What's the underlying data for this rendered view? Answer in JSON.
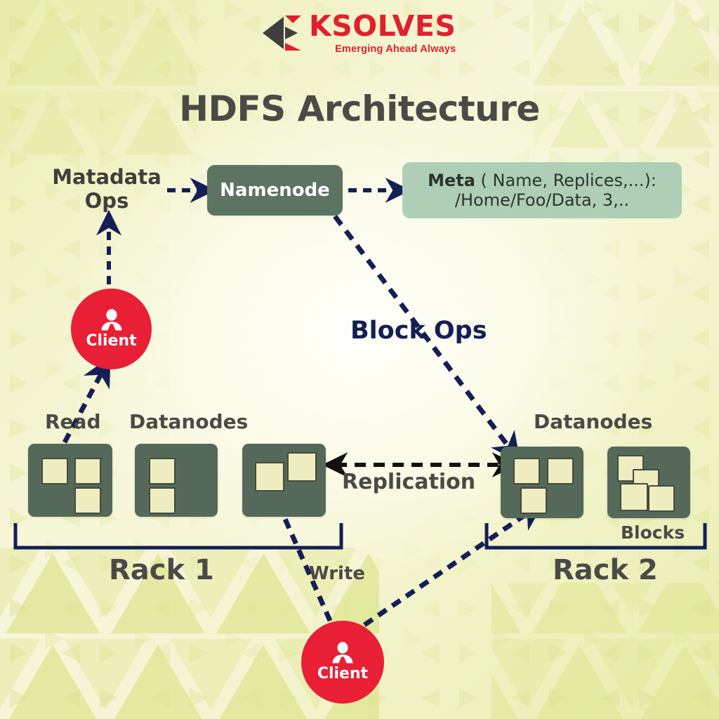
{
  "brand": {
    "name": "KSOLVES",
    "tagline": "Emerging Ahead Always",
    "logo_icon": "ksolves-triangle-logo",
    "color": "#e0202e"
  },
  "title": "HDFS Architecture",
  "colors": {
    "background": "#f7f7e4",
    "pattern": "#d7e082",
    "node_box": "#55695a",
    "namenode_box": "#5d7463",
    "meta_box": "#aecfb6",
    "block_fill": "#eeedc0",
    "block_border": "#454b3b",
    "client": "#e81f35",
    "arrow_navy": "#141f56",
    "arrow_black": "#111111",
    "text_dark": "#4a4a47"
  },
  "nodes": {
    "namenode": {
      "label": "Namenode"
    },
    "meta": {
      "line1_bold": "Meta",
      "line1_rest": " ( Name, Replices,...):",
      "line2": "/Home/Foo/Data, 3,.."
    },
    "client_top": {
      "label": "Client",
      "icon": "user-person-icon"
    },
    "client_bottom": {
      "label": "Client",
      "icon": "user-person-icon"
    }
  },
  "labels": {
    "metadata_ops": "Matadata\nOps",
    "metadata_ops_line1": "Matadata",
    "metadata_ops_line2": "Ops",
    "block_ops": "Block Ops",
    "read": "Read",
    "write": "Write",
    "replication": "Replication",
    "datanodes_left": "Datanodes",
    "datanodes_right": "Datanodes",
    "blocks": "Blocks",
    "rack1": "Rack 1",
    "rack2": "Rack 2"
  },
  "racks": [
    {
      "name": "Rack 1",
      "datanodes": [
        {
          "id": "dn1",
          "blocks": 3,
          "layout": "grid-3"
        },
        {
          "id": "dn2",
          "blocks": 2,
          "layout": "stack-2"
        },
        {
          "id": "dn3",
          "blocks": 2,
          "layout": "offset-2"
        }
      ]
    },
    {
      "name": "Rack 2",
      "datanodes": [
        {
          "id": "dn4",
          "blocks": 3,
          "layout": "grid-3"
        },
        {
          "id": "dn5",
          "blocks": 4,
          "layout": "cascade-4"
        }
      ]
    }
  ],
  "connections": [
    {
      "from": "metadata-ops",
      "to": "namenode",
      "style": "dashed",
      "color": "navy",
      "arrow": "end"
    },
    {
      "from": "namenode",
      "to": "meta",
      "style": "dashed",
      "color": "navy",
      "arrow": "end"
    },
    {
      "from": "client_top",
      "to": "metadata-ops",
      "style": "dashed",
      "color": "navy",
      "arrow": "end"
    },
    {
      "from": "namenode",
      "to": "rack2-dn1",
      "style": "dashed",
      "color": "navy",
      "arrow": "end",
      "label": "Block Ops"
    },
    {
      "from": "rack1-dn1",
      "to": "client_top",
      "style": "dashed",
      "color": "navy",
      "arrow": "end",
      "label": "Read"
    },
    {
      "from": "rack1-dn3",
      "to": "rack2-dn1",
      "style": "dashed",
      "color": "black",
      "arrow": "both",
      "label": "Replication"
    },
    {
      "from": "client_bottom",
      "to": "rack1-dn3",
      "style": "dashed",
      "color": "navy",
      "arrow": "end",
      "label": "Write"
    },
    {
      "from": "client_bottom",
      "to": "rack2-dn1",
      "style": "dashed",
      "color": "navy",
      "arrow": "end"
    }
  ]
}
